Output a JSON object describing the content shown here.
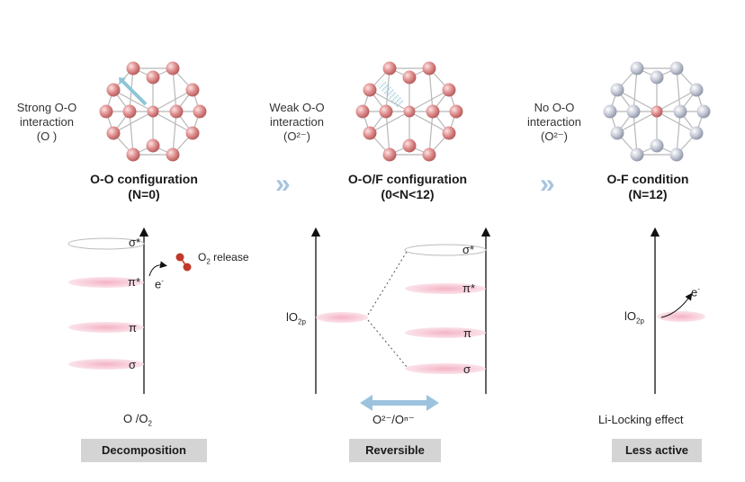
{
  "panels": [
    {
      "side_label": [
        "Strong O-O",
        "interaction",
        "(O )"
      ],
      "title": "O-O configuration",
      "subtitle": "(N=0)",
      "orbitals": [
        "σ*",
        "π*",
        "π",
        "σ"
      ],
      "electron": "e",
      "release_label": "O",
      "release_sub": "2",
      "release_suffix": " release",
      "bottom_label": "O /O",
      "bottom_sub": "2",
      "tag": "Decomposition",
      "colors": {
        "atom": "#d98080",
        "bond": "#c0c0c0",
        "arrow": "#8ec5d8"
      }
    },
    {
      "side_label": [
        "Weak O-O",
        "interaction",
        "(O²⁻)"
      ],
      "title": "O-O/F configuration",
      "subtitle": "(0<N<12)",
      "left_level": "lO",
      "left_level_sub": "2p",
      "orbitals": [
        "σ*",
        "π*",
        "π",
        "σ"
      ],
      "bottom_label": "O²⁻/Oⁿ⁻",
      "tag": "Reversible",
      "colors": {
        "atom": "#d98080",
        "arrow": "#a8cbe0"
      }
    },
    {
      "side_label": [
        "No O-O",
        "interaction",
        "(O²⁻)"
      ],
      "title": "O-F condition",
      "subtitle": "(N=12)",
      "level": "lO",
      "level_sub": "2p",
      "electron": "e",
      "bottom_label": "Li-Locking effect",
      "tag": "Less active",
      "colors": {
        "atom": "#b9bed0",
        "center": "#d98080"
      }
    }
  ],
  "separator": "»",
  "colors": {
    "orbital": "#f4b8c8",
    "tag_bg": "#d4d4d4",
    "separator": "#a9c4dd"
  }
}
